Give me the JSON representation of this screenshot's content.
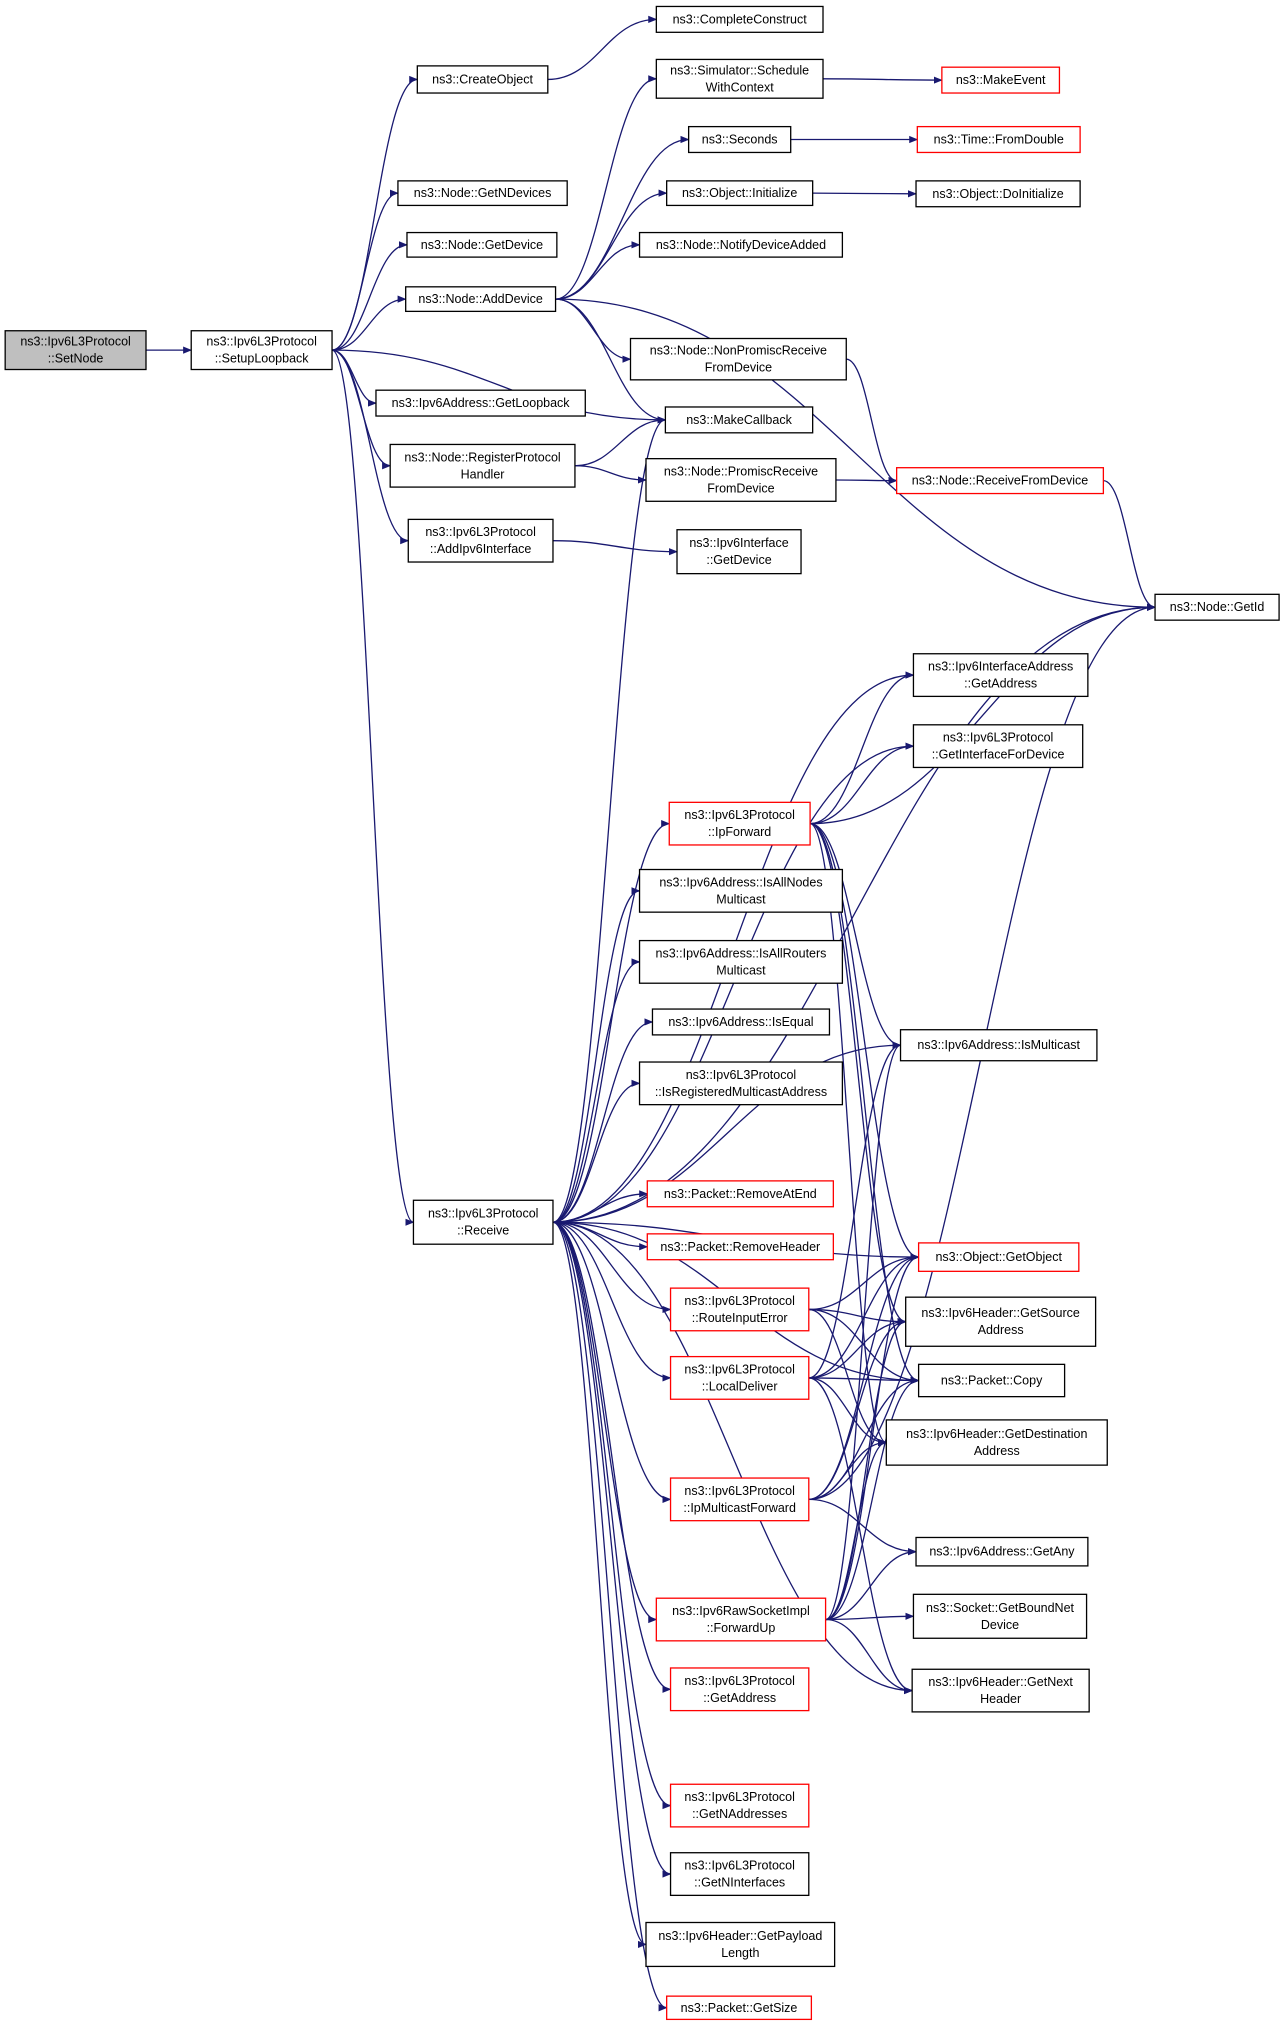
{
  "nodes": [
    {
      "id": "setnode",
      "lines": [
        "ns3::Ipv6L3Protocol",
        "::SetNode"
      ],
      "style": "grey"
    },
    {
      "id": "setup",
      "lines": [
        "ns3::Ipv6L3Protocol",
        "::SetupLoopback"
      ],
      "style": "black"
    },
    {
      "id": "complete",
      "lines": [
        "ns3::CompleteConstruct"
      ],
      "style": "black"
    },
    {
      "id": "createobj",
      "lines": [
        "ns3::CreateObject"
      ],
      "style": "black"
    },
    {
      "id": "schedule",
      "lines": [
        "ns3::Simulator::Schedule",
        "WithContext"
      ],
      "style": "black"
    },
    {
      "id": "makeevent",
      "lines": [
        "ns3::MakeEvent"
      ],
      "style": "red"
    },
    {
      "id": "seconds",
      "lines": [
        "ns3::Seconds"
      ],
      "style": "black"
    },
    {
      "id": "fromdouble",
      "lines": [
        "ns3::Time::FromDouble"
      ],
      "style": "red"
    },
    {
      "id": "getndev",
      "lines": [
        "ns3::Node::GetNDevices"
      ],
      "style": "black"
    },
    {
      "id": "objinit",
      "lines": [
        "ns3::Object::Initialize"
      ],
      "style": "black"
    },
    {
      "id": "doinit",
      "lines": [
        "ns3::Object::DoInitialize"
      ],
      "style": "black"
    },
    {
      "id": "getdev",
      "lines": [
        "ns3::Node::GetDevice"
      ],
      "style": "black"
    },
    {
      "id": "notify",
      "lines": [
        "ns3::Node::NotifyDeviceAdded"
      ],
      "style": "black"
    },
    {
      "id": "adddev",
      "lines": [
        "ns3::Node::AddDevice"
      ],
      "style": "black"
    },
    {
      "id": "nonprom",
      "lines": [
        "ns3::Node::NonPromiscReceive",
        "FromDevice"
      ],
      "style": "black"
    },
    {
      "id": "getloop",
      "lines": [
        "ns3::Ipv6Address::GetLoopback"
      ],
      "style": "black"
    },
    {
      "id": "makecb",
      "lines": [
        "ns3::MakeCallback"
      ],
      "style": "black"
    },
    {
      "id": "reghandler",
      "lines": [
        "ns3::Node::RegisterProtocol",
        "Handler"
      ],
      "style": "black"
    },
    {
      "id": "prom",
      "lines": [
        "ns3::Node::PromiscReceive",
        "FromDevice"
      ],
      "style": "black"
    },
    {
      "id": "rxfromdev",
      "lines": [
        "ns3::Node::ReceiveFromDevice"
      ],
      "style": "red"
    },
    {
      "id": "addif",
      "lines": [
        "ns3::Ipv6L3Protocol",
        "::AddIpv6Interface"
      ],
      "style": "black"
    },
    {
      "id": "ifgetdev",
      "lines": [
        "ns3::Ipv6Interface",
        "::GetDevice"
      ],
      "style": "black"
    },
    {
      "id": "getid",
      "lines": [
        "ns3::Node::GetId"
      ],
      "style": "black"
    },
    {
      "id": "ifaddrget",
      "lines": [
        "ns3::Ipv6InterfaceAddress",
        "::GetAddress"
      ],
      "style": "black"
    },
    {
      "id": "getiffordev",
      "lines": [
        "ns3::Ipv6L3Protocol",
        "::GetInterfaceForDevice"
      ],
      "style": "black"
    },
    {
      "id": "ipfwd",
      "lines": [
        "ns3::Ipv6L3Protocol",
        "::IpForward"
      ],
      "style": "red"
    },
    {
      "id": "allnodes",
      "lines": [
        "ns3::Ipv6Address::IsAllNodes",
        "Multicast"
      ],
      "style": "black"
    },
    {
      "id": "allrouters",
      "lines": [
        "ns3::Ipv6Address::IsAllRouters",
        "Multicast"
      ],
      "style": "black"
    },
    {
      "id": "isequal",
      "lines": [
        "ns3::Ipv6Address::IsEqual"
      ],
      "style": "black"
    },
    {
      "id": "ismcast",
      "lines": [
        "ns3::Ipv6Address::IsMulticast"
      ],
      "style": "black"
    },
    {
      "id": "isregmc",
      "lines": [
        "ns3::Ipv6L3Protocol",
        "::IsRegisteredMulticastAddress"
      ],
      "style": "black"
    },
    {
      "id": "receive",
      "lines": [
        "ns3::Ipv6L3Protocol",
        "::Receive"
      ],
      "style": "black"
    },
    {
      "id": "rmatend",
      "lines": [
        "ns3::Packet::RemoveAtEnd"
      ],
      "style": "red"
    },
    {
      "id": "getobj",
      "lines": [
        "ns3::Object::GetObject"
      ],
      "style": "red"
    },
    {
      "id": "rmheader",
      "lines": [
        "ns3::Packet::RemoveHeader"
      ],
      "style": "red"
    },
    {
      "id": "rtinerr",
      "lines": [
        "ns3::Ipv6L3Protocol",
        "::RouteInputError"
      ],
      "style": "red"
    },
    {
      "id": "getsrc",
      "lines": [
        "ns3::Ipv6Header::GetSource",
        "Address"
      ],
      "style": "black"
    },
    {
      "id": "localdeliver",
      "lines": [
        "ns3::Ipv6L3Protocol",
        "::LocalDeliver"
      ],
      "style": "red"
    },
    {
      "id": "pktcopy",
      "lines": [
        "ns3::Packet::Copy"
      ],
      "style": "black"
    },
    {
      "id": "getdst",
      "lines": [
        "ns3::Ipv6Header::GetDestination",
        "Address"
      ],
      "style": "black"
    },
    {
      "id": "ipmcfwd",
      "lines": [
        "ns3::Ipv6L3Protocol",
        "::IpMulticastForward"
      ],
      "style": "red"
    },
    {
      "id": "getany",
      "lines": [
        "ns3::Ipv6Address::GetAny"
      ],
      "style": "black"
    },
    {
      "id": "rawfwdup",
      "lines": [
        "ns3::Ipv6RawSocketImpl",
        "::ForwardUp"
      ],
      "style": "red"
    },
    {
      "id": "getboundnet",
      "lines": [
        "ns3::Socket::GetBoundNet",
        "Device"
      ],
      "style": "black"
    },
    {
      "id": "getnext",
      "lines": [
        "ns3::Ipv6Header::GetNext",
        "Header"
      ],
      "style": "black"
    },
    {
      "id": "getaddr",
      "lines": [
        "ns3::Ipv6L3Protocol",
        "::GetAddress"
      ],
      "style": "red"
    },
    {
      "id": "getnaddr",
      "lines": [
        "ns3::Ipv6L3Protocol",
        "::GetNAddresses"
      ],
      "style": "red"
    },
    {
      "id": "getnif",
      "lines": [
        "ns3::Ipv6L3Protocol",
        "::GetNInterfaces"
      ],
      "style": "black"
    },
    {
      "id": "getpayload",
      "lines": [
        "ns3::Ipv6Header::GetPayload",
        "Length"
      ],
      "style": "black"
    },
    {
      "id": "getsize",
      "lines": [
        "ns3::Packet::GetSize"
      ],
      "style": "red"
    }
  ],
  "colors": {
    "edge": "#191970",
    "red_border": "#ff0000",
    "black_border": "#000000",
    "start_fill": "#bfbfbf"
  }
}
